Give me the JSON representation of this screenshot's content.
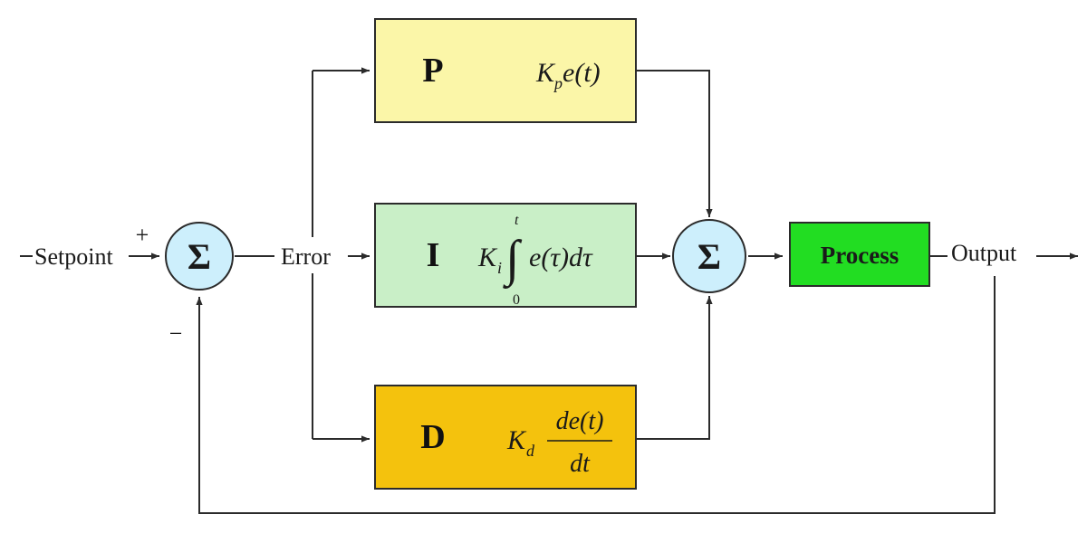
{
  "labels": {
    "setpoint": "Setpoint",
    "error": "Error",
    "output": "Output",
    "plus": "+",
    "minus": "−",
    "sigma": "Σ"
  },
  "blocks": {
    "p": {
      "letter": "P",
      "color": "#fbf6a8",
      "gain": "K",
      "sub": "p",
      "expr": "e(t)"
    },
    "i": {
      "letter": "I",
      "color": "#c9efc7",
      "gain": "K",
      "sub": "i",
      "integral": "∫",
      "upper": "t",
      "lower": "0",
      "expr": "e(τ)dτ"
    },
    "d": {
      "letter": "D",
      "color": "#f4c20d",
      "gain": "K",
      "sub": "d",
      "numerator": "de(t)",
      "denominator": "dt"
    },
    "process": {
      "label": "Process",
      "color": "#22dd22"
    }
  },
  "colors": {
    "summer_fill": "#cdeffc",
    "wire": "#2b2b2b"
  }
}
